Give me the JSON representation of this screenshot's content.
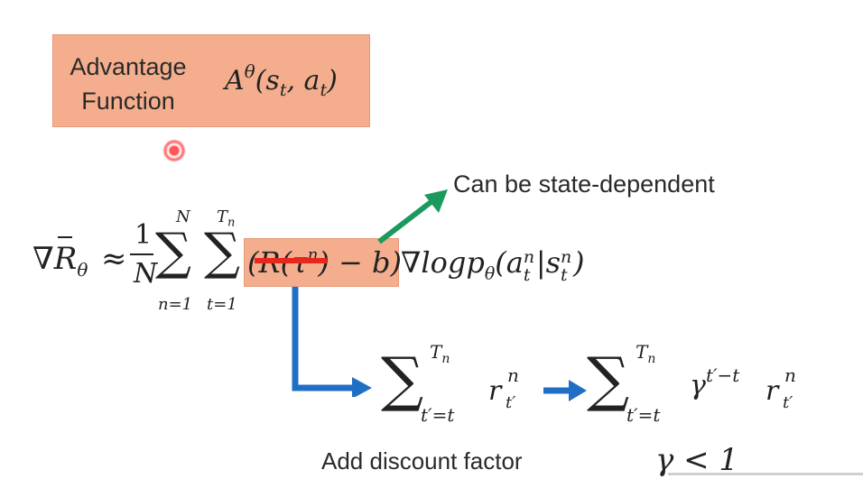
{
  "advantage_box": {
    "label_line1": "Advantage",
    "label_line2": "Function",
    "expr_A": "A",
    "expr_theta": "θ",
    "expr_args_open": "(s",
    "expr_sub_t1": "t",
    "expr_mid": ", a",
    "expr_sub_t2": "t",
    "expr_close": ")"
  },
  "equation_main": {
    "nabla": "∇R",
    "theta_sub": "θ",
    "approx": "≈",
    "frac_num": "1",
    "frac_den": "N",
    "sum_symbol": "∑",
    "sum1_top": "N",
    "sum1_bottom": "n=1",
    "sum2_top": "T",
    "sum2_top_sub": "n",
    "sum2_bottom": "t=1",
    "reward_term": "(R(τ",
    "reward_sup": "n",
    "reward_rest": ") − b)",
    "grad_log": "∇logp",
    "grad_theta": "θ",
    "grad_args": "(a",
    "grad_a_sup": "n",
    "grad_a_sub": "t",
    "grad_bar": "|s",
    "grad_s_sup": "n",
    "grad_s_sub": "t",
    "grad_close": ")"
  },
  "annotation_state": "Can be state-dependent",
  "equation_return": {
    "sum_symbol": "∑",
    "top": "T",
    "top_sub": "n",
    "bottom": "t′=t",
    "r": "r",
    "r_sup": "n",
    "r_sub": "t′"
  },
  "equation_discounted": {
    "sum_symbol": "∑",
    "top": "T",
    "top_sub": "n",
    "bottom": "t′=t",
    "gamma": "γ",
    "gamma_sup": "t′−t",
    "r": "r",
    "r_sup": "n",
    "r_sub": "t′"
  },
  "caption_discount": "Add discount factor",
  "gamma_condition": "γ < 1",
  "colors": {
    "highlight_box": "#f4ae8e",
    "strike_red": "#e8261c",
    "arrow_green": "#1a9a5c",
    "arrow_blue": "#1f6fc4"
  }
}
